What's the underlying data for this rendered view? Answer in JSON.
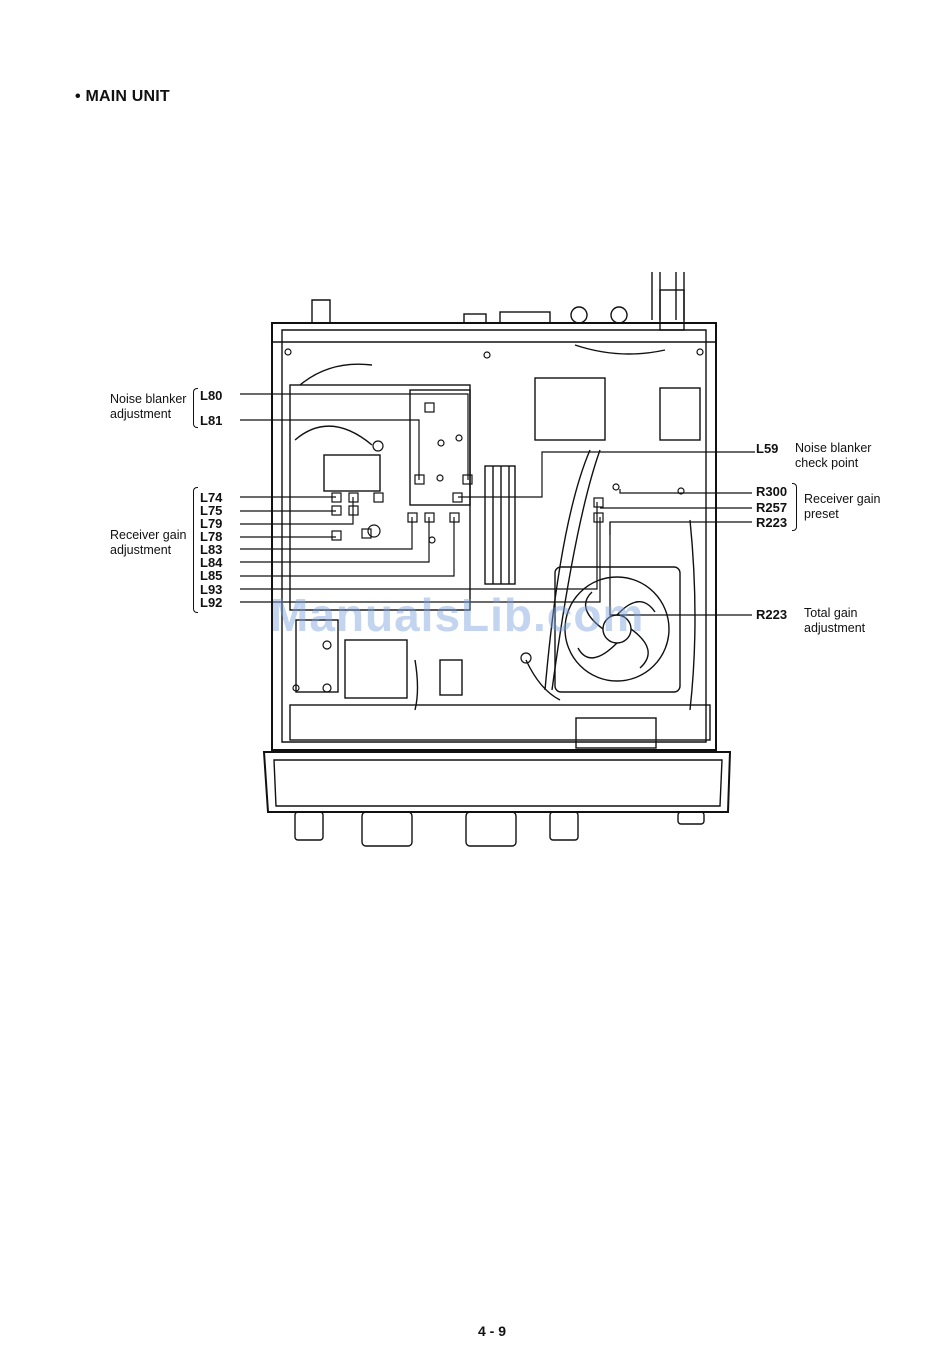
{
  "heading": "• MAIN UNIT",
  "left_groups": {
    "noise_blanker": {
      "label_1": "Noise blanker",
      "label_2": "adjustment",
      "codes": [
        "L80",
        "L81"
      ]
    },
    "receiver_gain": {
      "label_1": "Receiver gain",
      "label_2": "adjustment",
      "codes": [
        "L74",
        "L75",
        "L79",
        "L78",
        "L83",
        "L84",
        "L85",
        "L93",
        "L92"
      ]
    }
  },
  "right_groups": {
    "l59": {
      "code": "L59",
      "label_1": "Noise blanker",
      "label_2": "check point"
    },
    "preset": {
      "codes": [
        "R300",
        "R257",
        "R223"
      ],
      "label_1": "Receiver gain",
      "label_2": "preset"
    },
    "total": {
      "code": "R223",
      "label_1": "Total gain",
      "label_2": "adjustment"
    }
  },
  "watermark": "ManualsLib.com",
  "page_number": "4 - 9"
}
